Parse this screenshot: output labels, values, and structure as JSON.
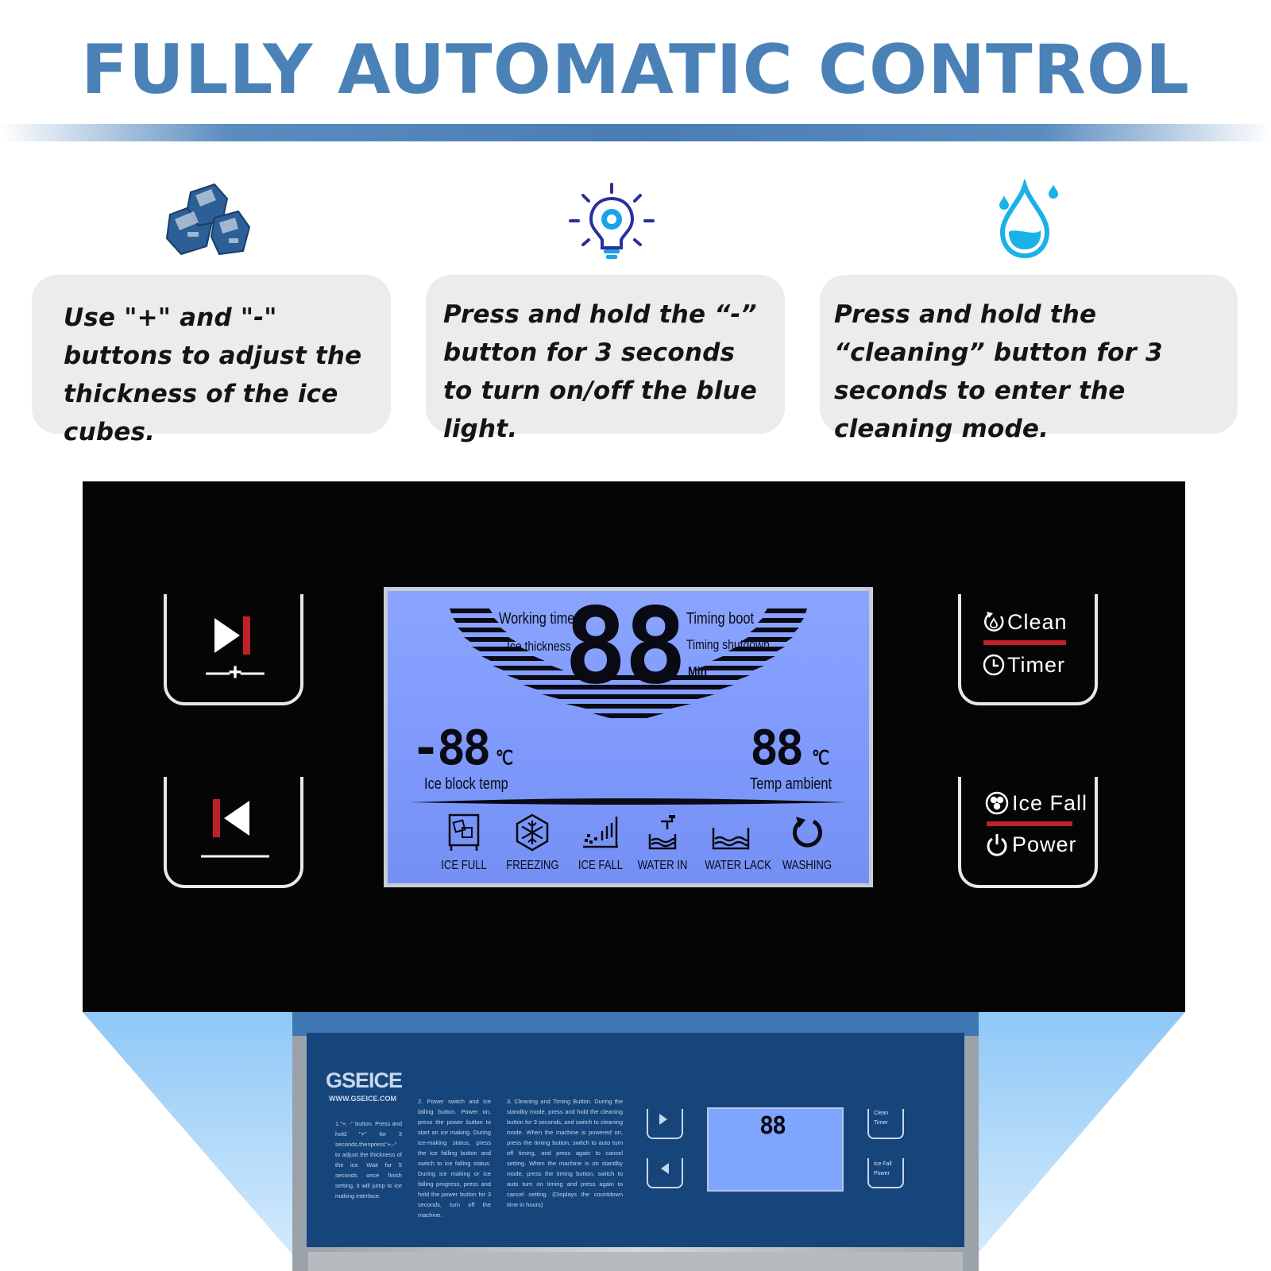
{
  "header": {
    "title": "FULLY AUTOMATIC CONTROL"
  },
  "features": [
    {
      "icon": "ice-cubes-icon",
      "text": "Use \"+\" and \"-\" buttons to adjust the thickness of the ice cubes."
    },
    {
      "icon": "light-bulb-icon",
      "text": "Press and hold the “-” button for 3 seconds to turn on/off the blue light."
    },
    {
      "icon": "water-drop-icon",
      "text": "Press and hold the “cleaning” button for 3 seconds to enter the cleaning mode."
    }
  ],
  "panel": {
    "plus_button_label": "—+—",
    "minus_button_label": "———",
    "clean_label": "Clean",
    "timer_label": "Timer",
    "icefall_label": "Ice Fall",
    "power_label": "Power",
    "accent_color": "#c0202a",
    "lcd": {
      "working_time": "Working time",
      "ice_thickness": "Ice thickness",
      "timing_boot": "Timing boot",
      "timing_shutdown": "Timing shutdown",
      "min": "Min",
      "main_digits": "88",
      "ice_block_digits": "-88",
      "ice_block_unit": "℃",
      "ice_block_label": "Ice block temp",
      "ambient_digits": "88",
      "ambient_unit": "℃",
      "ambient_label": "Temp ambient",
      "indicators": [
        "ICE FULL",
        "FREEZING",
        "ICE FALL",
        "WATER IN",
        "WATER LACK",
        "WASHING"
      ]
    }
  },
  "machine": {
    "brand": "GSEICE",
    "website": "WWW.GSEICE.COM",
    "instructions": [
      "1.\"+, -\" button. Press and hold \"+\" for 3 seconds,thenpress\"+,-\" to adjust the thickness of the ice. Wait for 5 seconds once finish setting, it will jump to ice making interface.",
      "2. Power switch and Ice falling button. Power on, press the power button to start an ice making. During ice-making status, press the ice falling button and switch to ice falling status. During ice making or ice falling progress, press and hold the power button for 3 seconds, turn off the machine.",
      "3. Cleaning and Timing Button. During the standby mode, press and hold the cleaning button for 3 seconds, and switch to cleaning mode. When the machine is powered on, press the timing button, switch to auto turn off timing, and press again to cancel setting. When the machine is on standby mode, press the timing button, switch to auto turn on timing and press again to cancel setting. (Displays the countdown time in hours)"
    ],
    "mini_lcd_digits": "88",
    "mini_clean": "Clean",
    "mini_timer": "Timer",
    "mini_icefall": "Ice Fall",
    "mini_power": "Power"
  }
}
